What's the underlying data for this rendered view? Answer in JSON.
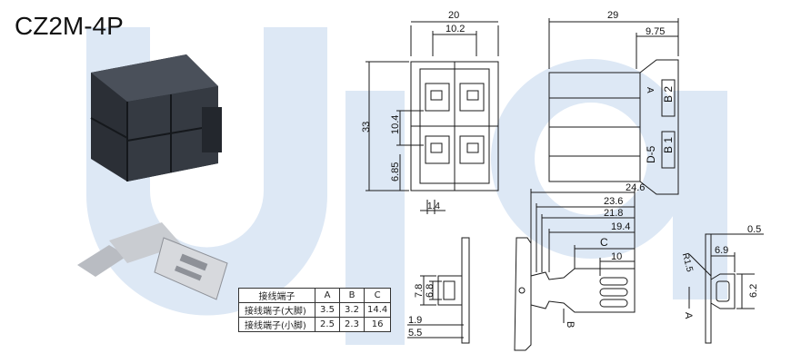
{
  "title": "CZ2M-4P",
  "colors": {
    "watermark": "#dde8f5",
    "housing_dark": "#2b2f36",
    "housing_light": "#4a505a",
    "metal": "#c9ccd1",
    "line": "#1a1a1a"
  },
  "front_view": {
    "dim_width": "20",
    "dim_inner": "10.2",
    "dim_height": "33",
    "dim_mid": "10.4",
    "dim_lower": "6.85",
    "dim_pin": "1.4"
  },
  "side_view": {
    "dim_length": "29",
    "dim_latch": "9.75",
    "mark_top": "A",
    "mark_b2": "B 2",
    "mark_b1": "B 1",
    "mark_d5": "D-5"
  },
  "terminal_view": {
    "dim_246": "24.6",
    "dim_236": "23.6",
    "dim_218": "21.8",
    "dim_194": "19.4",
    "dim_c": "C",
    "dim_10": "10",
    "label_b": "B"
  },
  "left_terminal": {
    "dim_78": "7.8",
    "dim_68": "6.8",
    "dim_19": "1.9",
    "dim_55": "5.5"
  },
  "end_view": {
    "dim_05": "0.5",
    "dim_69": "6.9",
    "dim_r15": "R1.5",
    "dim_62": "6.2",
    "label_a": "A"
  },
  "spec_table": {
    "headers": [
      "接线端子",
      "A",
      "B",
      "C"
    ],
    "rows": [
      [
        "接线端子(大脚)",
        "3.5",
        "3.2",
        "14.4"
      ],
      [
        "接线端子(小脚)",
        "2.5",
        "2.3",
        "16"
      ]
    ]
  }
}
